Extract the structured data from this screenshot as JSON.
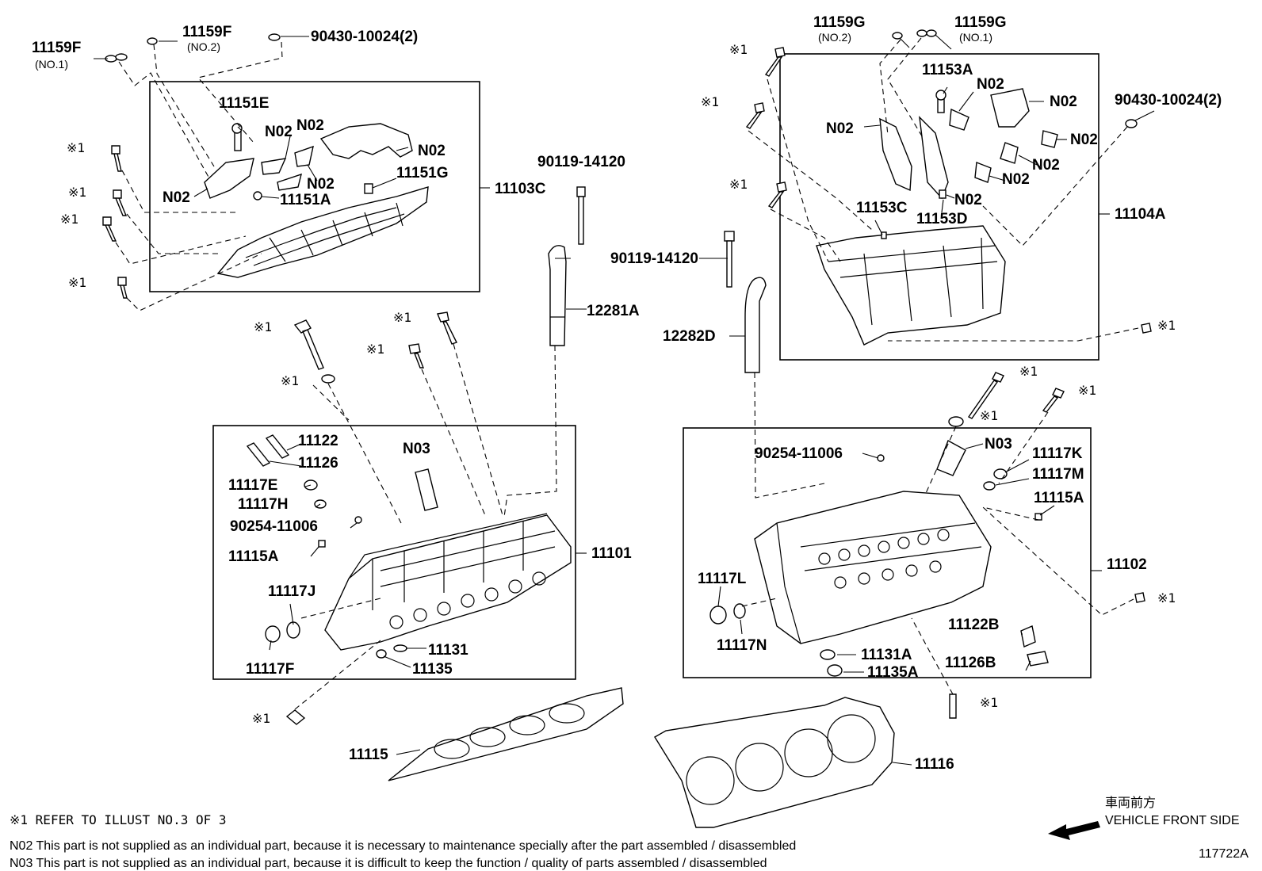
{
  "diagram": {
    "ref_id": "117722A",
    "labels": {
      "p11159F": "11159F",
      "p11159F_no1": "(NO.1)",
      "p11159F_2": "11159F",
      "p11159F_no2": "(NO.2)",
      "p90430_left": "90430-10024(2)",
      "p11151E": "11151E",
      "p11151G": "11151G",
      "p11151A": "11151A",
      "p11103C": "11103C",
      "n02_a": "N02",
      "n02_b": "N02",
      "n02_c": "N02",
      "n02_d": "N02",
      "n02_e": "N02",
      "p90119_left": "90119-14120",
      "p12281A": "12281A",
      "p11122": "11122",
      "p11126": "11126",
      "p11117E": "11117E",
      "p11117H": "11117H",
      "p90254_left": "90254-11006",
      "p11115A_left": "11115A",
      "p11117J": "11117J",
      "p11117F": "11117F",
      "p11131": "11131",
      "p11135": "11135",
      "n03_left": "N03",
      "p11101": "11101",
      "p11115": "11115",
      "p11159G_no2": "11159G",
      "p11159G_no2_sub": "(NO.2)",
      "p11159G_no1": "11159G",
      "p11159G_no1_sub": "(NO.1)",
      "p11153A": "11153A",
      "p90430_right": "90430-10024(2)",
      "n02_f": "N02",
      "n02_g": "N02",
      "n02_h": "N02",
      "n02_i": "N02",
      "n02_j": "N02",
      "n02_k": "N02",
      "n02_l": "N02",
      "p11153C": "11153C",
      "p11153D": "11153D",
      "p11104A": "11104A",
      "p90119_right": "90119-14120",
      "p12282D": "12282D",
      "p90254_right": "90254-11006",
      "n03_right": "N03",
      "p11117K": "11117K",
      "p11117M": "11117M",
      "p11115A_right": "11115A",
      "p11102": "11102",
      "p11117L": "11117L",
      "p11117N": "11117N",
      "p11122B": "11122B",
      "p11126B": "11126B",
      "p11131A": "11131A",
      "p11135A": "11135A",
      "p11116": "11116"
    },
    "ref_mark": "※1",
    "direction_jp": "車両前方",
    "direction_en": "VEHICLE FRONT SIDE"
  },
  "notes": {
    "ref_note": "※1 REFER TO ILLUST NO.3 OF 3",
    "n02_note": "N02  This part is not supplied as an individual part, because it is necessary to maintenance specially after the part assembled / disassembled",
    "n03_note": "N03  This part is not supplied as an individual part, because it is difficult to keep the function / quality of parts  assembled / disassembled"
  }
}
